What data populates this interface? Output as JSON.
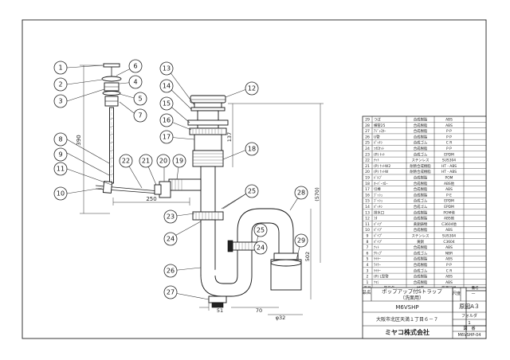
{
  "colors": {
    "line": "#222222",
    "paper": "#ffffff"
  },
  "balloons": [
    "1",
    "2",
    "3",
    "4",
    "5",
    "6",
    "7",
    "8",
    "9",
    "10",
    "11",
    "12",
    "13",
    "14",
    "15",
    "16",
    "17",
    "18",
    "19",
    "20",
    "21",
    "22",
    "23",
    "24",
    "25",
    "26",
    "27",
    "28",
    "29"
  ],
  "dimensions": {
    "d390": "390",
    "d250": "250",
    "d137": "137",
    "d570": "(570)",
    "d502": "502",
    "d51": "51",
    "d70": "70",
    "d32": "φ32"
  },
  "parts_table": {
    "rows": [
      {
        "no": "29",
        "name": "つば",
        "material": "合成樹脂",
        "spec": "ABS"
      },
      {
        "no": "28",
        "name": "横管25",
        "material": "合成樹脂",
        "spec": "ABS"
      },
      {
        "no": "27",
        "name": "ｱｼﾞｬｽﾀｰ",
        "material": "合成樹脂",
        "spec": "P P"
      },
      {
        "no": "26",
        "name": "U管",
        "material": "合成樹脂",
        "spec": "P P"
      },
      {
        "no": "25",
        "name": "ﾊﾟｯｷﾝ",
        "material": "合成ゴム",
        "spec": "C R"
      },
      {
        "no": "24",
        "name": "ﾌｸﾛﾅｯﾄ",
        "material": "合成樹脂",
        "spec": "P P"
      },
      {
        "no": "23",
        "name": "(P) ﾅｯﾄ",
        "material": "合成ゴム",
        "spec": "EPDM"
      },
      {
        "no": "22",
        "name": "ﾅｯﾄ",
        "material": "ステンレス",
        "spec": "SUS304"
      },
      {
        "no": "21",
        "name": "(P) ﾅｯﾄW2",
        "material": "耐熱合成樹脂",
        "spec": "HT - ABS"
      },
      {
        "no": "20",
        "name": "(P) ﾅｯﾄW",
        "material": "耐熱合成樹脂",
        "spec": "HT - ABS"
      },
      {
        "no": "19",
        "name": "ﾊﾞﾙﾌﾞ",
        "material": "合成樹脂",
        "spec": "POM"
      },
      {
        "no": "18",
        "name": "ｵｰﾊﾞｰﾌﾛｰ",
        "material": "合成樹脂",
        "spec": "ABS他"
      },
      {
        "no": "17",
        "name": "引棒",
        "material": "合成樹脂",
        "spec": "ABS"
      },
      {
        "no": "16",
        "name": "ﾌﾞｯｼｭ",
        "material": "合成樹脂",
        "spec": "P E"
      },
      {
        "no": "15",
        "name": "ﾌﾞｯｼｭ",
        "material": "合成ゴム",
        "spec": "EPDM"
      },
      {
        "no": "14",
        "name": "ﾊﾟｯｷﾝ",
        "material": "合成ゴム",
        "spec": "EPDM"
      },
      {
        "no": "13",
        "name": "排水口",
        "material": "合成樹脂",
        "spec": "POM他"
      },
      {
        "no": "12",
        "name": "ﾌﾀ",
        "material": "合成樹脂",
        "spec": "ABS他"
      },
      {
        "no": "11",
        "name": "ﾊﾟｲﾌﾟ",
        "material": "黄銅鋳物",
        "spec": "C3604他"
      },
      {
        "no": "10",
        "name": "ﾊﾟｲﾌﾟ",
        "material": "合成樹脂",
        "spec": "ABS"
      },
      {
        "no": "9",
        "name": "ﾊﾟｲﾌﾟ",
        "material": "ステンレス",
        "spec": "SUS304"
      },
      {
        "no": "8",
        "name": "ﾊﾟｲﾌﾟ",
        "material": "黄銅",
        "spec": "C3604"
      },
      {
        "no": "7",
        "name": "ﾅｯﾄ",
        "material": "合成樹脂",
        "spec": "ABS"
      },
      {
        "no": "6",
        "name": "ｸﾘｯﾌﾟ",
        "material": "合成ゴム",
        "spec": "NBR"
      },
      {
        "no": "5",
        "name": "ﾗｲﾅｰ",
        "material": "合成樹脂",
        "spec": "ABS"
      },
      {
        "no": "4",
        "name": "ﾗｲﾅｰ",
        "material": "合成樹脂",
        "spec": "P P"
      },
      {
        "no": "3",
        "name": "ﾗｲﾅｰ",
        "material": "合成ゴム",
        "spec": "C R"
      },
      {
        "no": "2",
        "name": "(P) L型管",
        "material": "合成樹脂",
        "spec": "ABS"
      },
      {
        "no": "1",
        "name": "ﾂﾏﾐ",
        "material": "合成樹脂",
        "spec": "ABS"
      }
    ],
    "header": {
      "no": "番号",
      "name": "部品名",
      "material": "材質",
      "spec": "質量記号",
      "remark": "備考"
    }
  },
  "title_block": {
    "name_label": "品名",
    "product_name": "ポップアップ付Sトラップ",
    "product_sub": "（洗面用）",
    "scale_label": "尺度",
    "scale_value": "－",
    "model": "M6VSHP",
    "drawing_label": "原図A３",
    "folder_label": "フォルダ",
    "folder_value": "1",
    "address": "大阪市北区天満１丁目６－７",
    "drawing_no_label": "図　番",
    "company": "ミヤコ株式会社",
    "drawing_no": "M6VSHP-04"
  }
}
